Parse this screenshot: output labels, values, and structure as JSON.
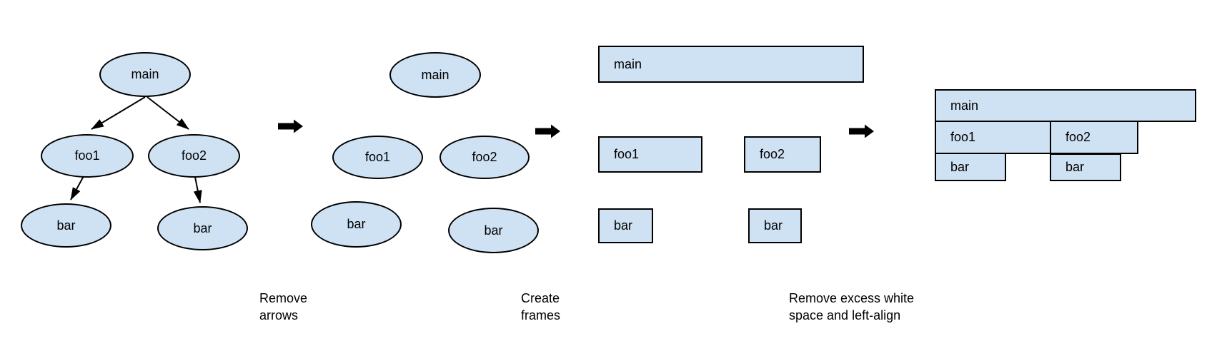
{
  "colors": {
    "background": "#ffffff",
    "shape_fill": "#cfe2f3",
    "shape_stroke": "#000000",
    "arrow": "#000000",
    "text": "#000000"
  },
  "stages": {
    "call_tree": {
      "main": "main",
      "foo1": "foo1",
      "foo2": "foo2",
      "bar_left": "bar",
      "bar_right": "bar"
    },
    "no_arrows": {
      "main": "main",
      "foo1": "foo1",
      "foo2": "foo2",
      "bar_left": "bar",
      "bar_right": "bar"
    },
    "frames": {
      "main": "main",
      "foo1": "foo1",
      "foo2": "foo2",
      "bar_left": "bar",
      "bar_right": "bar"
    },
    "flame_graph": {
      "main": "main",
      "foo1": "foo1",
      "foo2": "foo2",
      "bar_left": "bar",
      "bar_right": "bar"
    }
  },
  "captions": {
    "remove_arrows": {
      "lines": [
        "Remove",
        "arrows"
      ]
    },
    "create_frames": {
      "lines": [
        "Create",
        "frames"
      ]
    },
    "left_align": {
      "lines": [
        "Remove excess white",
        "space and left-align"
      ]
    }
  },
  "icons": {
    "step_arrow": "right-block-arrow",
    "edge_arrow": "arrowhead"
  }
}
